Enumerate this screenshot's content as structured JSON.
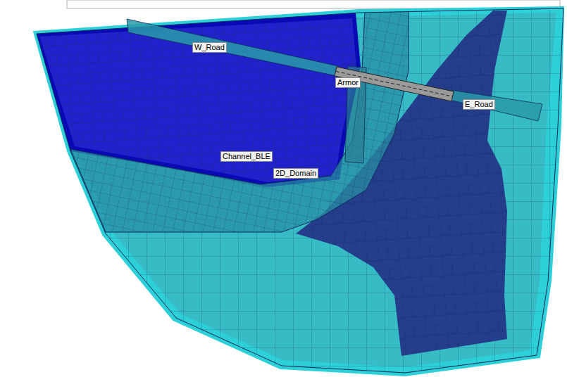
{
  "diagram": {
    "labels": [
      "W_Road",
      "Armor",
      "E_Road",
      "Channel_BLE",
      "2D_Domain"
    ]
  }
}
